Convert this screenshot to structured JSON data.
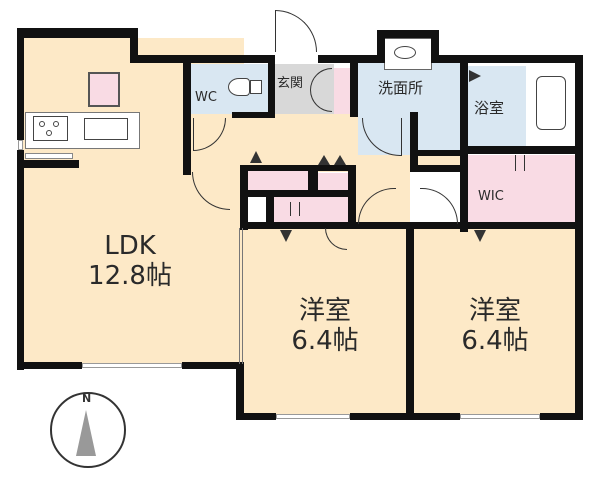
{
  "floorplan": {
    "rooms": {
      "ldk": {
        "name": "LDK",
        "size": "12.8帖"
      },
      "western1": {
        "name": "洋室",
        "size": "6.4帖"
      },
      "western2": {
        "name": "洋室",
        "size": "6.4帖"
      },
      "wc": {
        "name": "WC"
      },
      "entrance": {
        "name": "玄関"
      },
      "washroom": {
        "name": "洗面所"
      },
      "bathroom": {
        "name": "浴室"
      },
      "wic": {
        "name": "WIC"
      }
    },
    "compass": {
      "label": "N"
    },
    "colors": {
      "floor": "#fde9c7",
      "wet_area": "#d9e7f2",
      "storage": "#f9dbe4",
      "entrance": "#d8d8d8",
      "wall": "#111111"
    }
  }
}
